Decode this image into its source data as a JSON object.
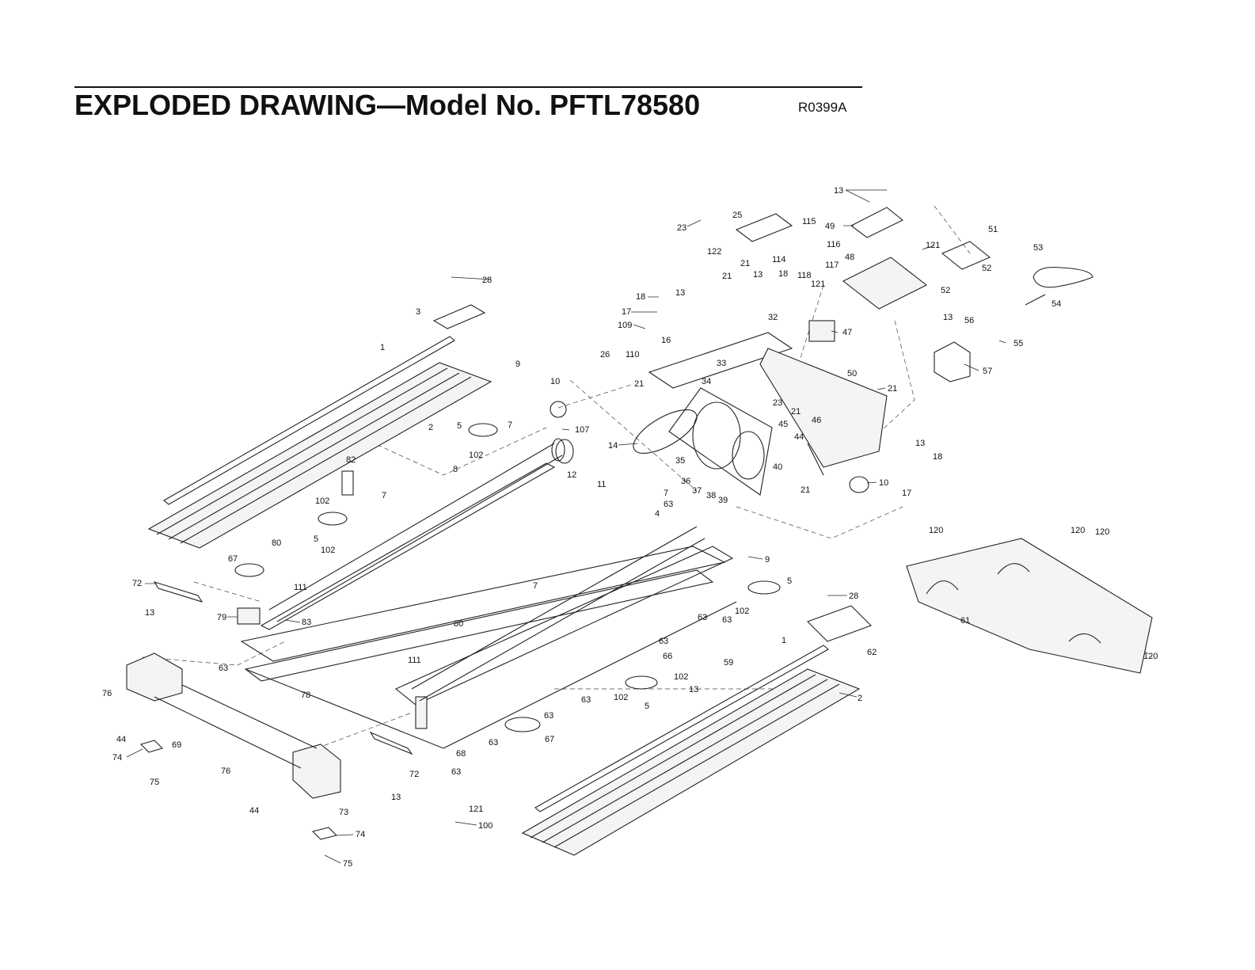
{
  "header": {
    "title": "EXPLODED DRAWING—Model No. PFTL78580",
    "drawing_code": "R0399A"
  },
  "callouts": [
    {
      "label": "13"
    },
    {
      "label": "25"
    },
    {
      "label": "23"
    },
    {
      "label": "115"
    },
    {
      "label": "49"
    },
    {
      "label": "51"
    },
    {
      "label": "116"
    },
    {
      "label": "121"
    },
    {
      "label": "122"
    },
    {
      "label": "21"
    },
    {
      "label": "114"
    },
    {
      "label": "117"
    },
    {
      "label": "48"
    },
    {
      "label": "53"
    },
    {
      "label": "52"
    },
    {
      "label": "28"
    },
    {
      "label": "21"
    },
    {
      "label": "13"
    },
    {
      "label": "18"
    },
    {
      "label": "118"
    },
    {
      "label": "121"
    },
    {
      "label": "52"
    },
    {
      "label": "18"
    },
    {
      "label": "13"
    },
    {
      "label": "3"
    },
    {
      "label": "17"
    },
    {
      "label": "32"
    },
    {
      "label": "54"
    },
    {
      "label": "109"
    },
    {
      "label": "47"
    },
    {
      "label": "13"
    },
    {
      "label": "56"
    },
    {
      "label": "55"
    },
    {
      "label": "1"
    },
    {
      "label": "26"
    },
    {
      "label": "110"
    },
    {
      "label": "16"
    },
    {
      "label": "9"
    },
    {
      "label": "33"
    },
    {
      "label": "57"
    },
    {
      "label": "10"
    },
    {
      "label": "34"
    },
    {
      "label": "50"
    },
    {
      "label": "21"
    },
    {
      "label": "21"
    },
    {
      "label": "23"
    },
    {
      "label": "2"
    },
    {
      "label": "5"
    },
    {
      "label": "7"
    },
    {
      "label": "107"
    },
    {
      "label": "21"
    },
    {
      "label": "46"
    },
    {
      "label": "45"
    },
    {
      "label": "44"
    },
    {
      "label": "14"
    },
    {
      "label": "102"
    },
    {
      "label": "13"
    },
    {
      "label": "82"
    },
    {
      "label": "8"
    },
    {
      "label": "12"
    },
    {
      "label": "35"
    },
    {
      "label": "40"
    },
    {
      "label": "18"
    },
    {
      "label": "11"
    },
    {
      "label": "36"
    },
    {
      "label": "10"
    },
    {
      "label": "37"
    },
    {
      "label": "38"
    },
    {
      "label": "39"
    },
    {
      "label": "21"
    },
    {
      "label": "17"
    },
    {
      "label": "102"
    },
    {
      "label": "7"
    },
    {
      "label": "7"
    },
    {
      "label": "4"
    },
    {
      "label": "5"
    },
    {
      "label": "120"
    },
    {
      "label": "120"
    },
    {
      "label": "120"
    },
    {
      "label": "80"
    },
    {
      "label": "102"
    },
    {
      "label": "9"
    },
    {
      "label": "67"
    },
    {
      "label": "5"
    },
    {
      "label": "72"
    },
    {
      "label": "111"
    },
    {
      "label": "7"
    },
    {
      "label": "102"
    },
    {
      "label": "63"
    },
    {
      "label": "63"
    },
    {
      "label": "28"
    },
    {
      "label": "61"
    },
    {
      "label": "13"
    },
    {
      "label": "79"
    },
    {
      "label": "83"
    },
    {
      "label": "80"
    },
    {
      "label": "63"
    },
    {
      "label": "1"
    },
    {
      "label": "62"
    },
    {
      "label": "66"
    },
    {
      "label": "59"
    },
    {
      "label": "120"
    },
    {
      "label": "63"
    },
    {
      "label": "111"
    },
    {
      "label": "102"
    },
    {
      "label": "13"
    },
    {
      "label": "76"
    },
    {
      "label": "78"
    },
    {
      "label": "63"
    },
    {
      "label": "102"
    },
    {
      "label": "5"
    },
    {
      "label": "2"
    },
    {
      "label": "63"
    },
    {
      "label": "44"
    },
    {
      "label": "69"
    },
    {
      "label": "67"
    },
    {
      "label": "74"
    },
    {
      "label": "68"
    },
    {
      "label": "63"
    },
    {
      "label": "75"
    },
    {
      "label": "72"
    },
    {
      "label": "63"
    },
    {
      "label": "76"
    },
    {
      "label": "13"
    },
    {
      "label": "44"
    },
    {
      "label": "73"
    },
    {
      "label": "121"
    },
    {
      "label": "100"
    },
    {
      "label": "74"
    },
    {
      "label": "75"
    },
    {
      "label": "63"
    }
  ]
}
